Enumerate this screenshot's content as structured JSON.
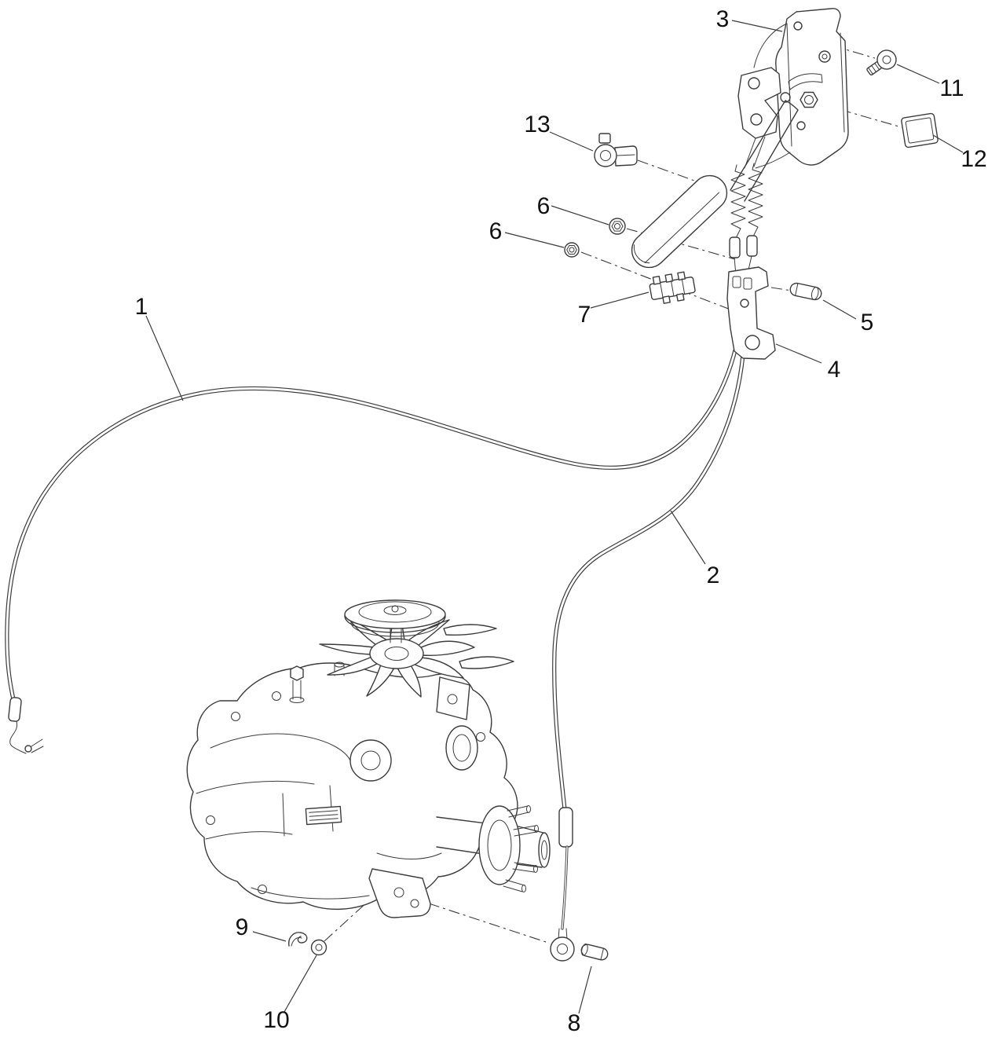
{
  "diagram": {
    "background": "#ffffff",
    "line_color": "#3c3c3c",
    "callout_color": "#111111",
    "callouts": [
      {
        "label": "3"
      },
      {
        "label": "11"
      },
      {
        "label": "13"
      },
      {
        "label": "12"
      },
      {
        "label": "6"
      },
      {
        "label": "6"
      },
      {
        "label": "7"
      },
      {
        "label": "5"
      },
      {
        "label": "1"
      },
      {
        "label": "4"
      },
      {
        "label": "2"
      },
      {
        "label": "9"
      },
      {
        "label": "10"
      },
      {
        "label": "8"
      }
    ]
  }
}
